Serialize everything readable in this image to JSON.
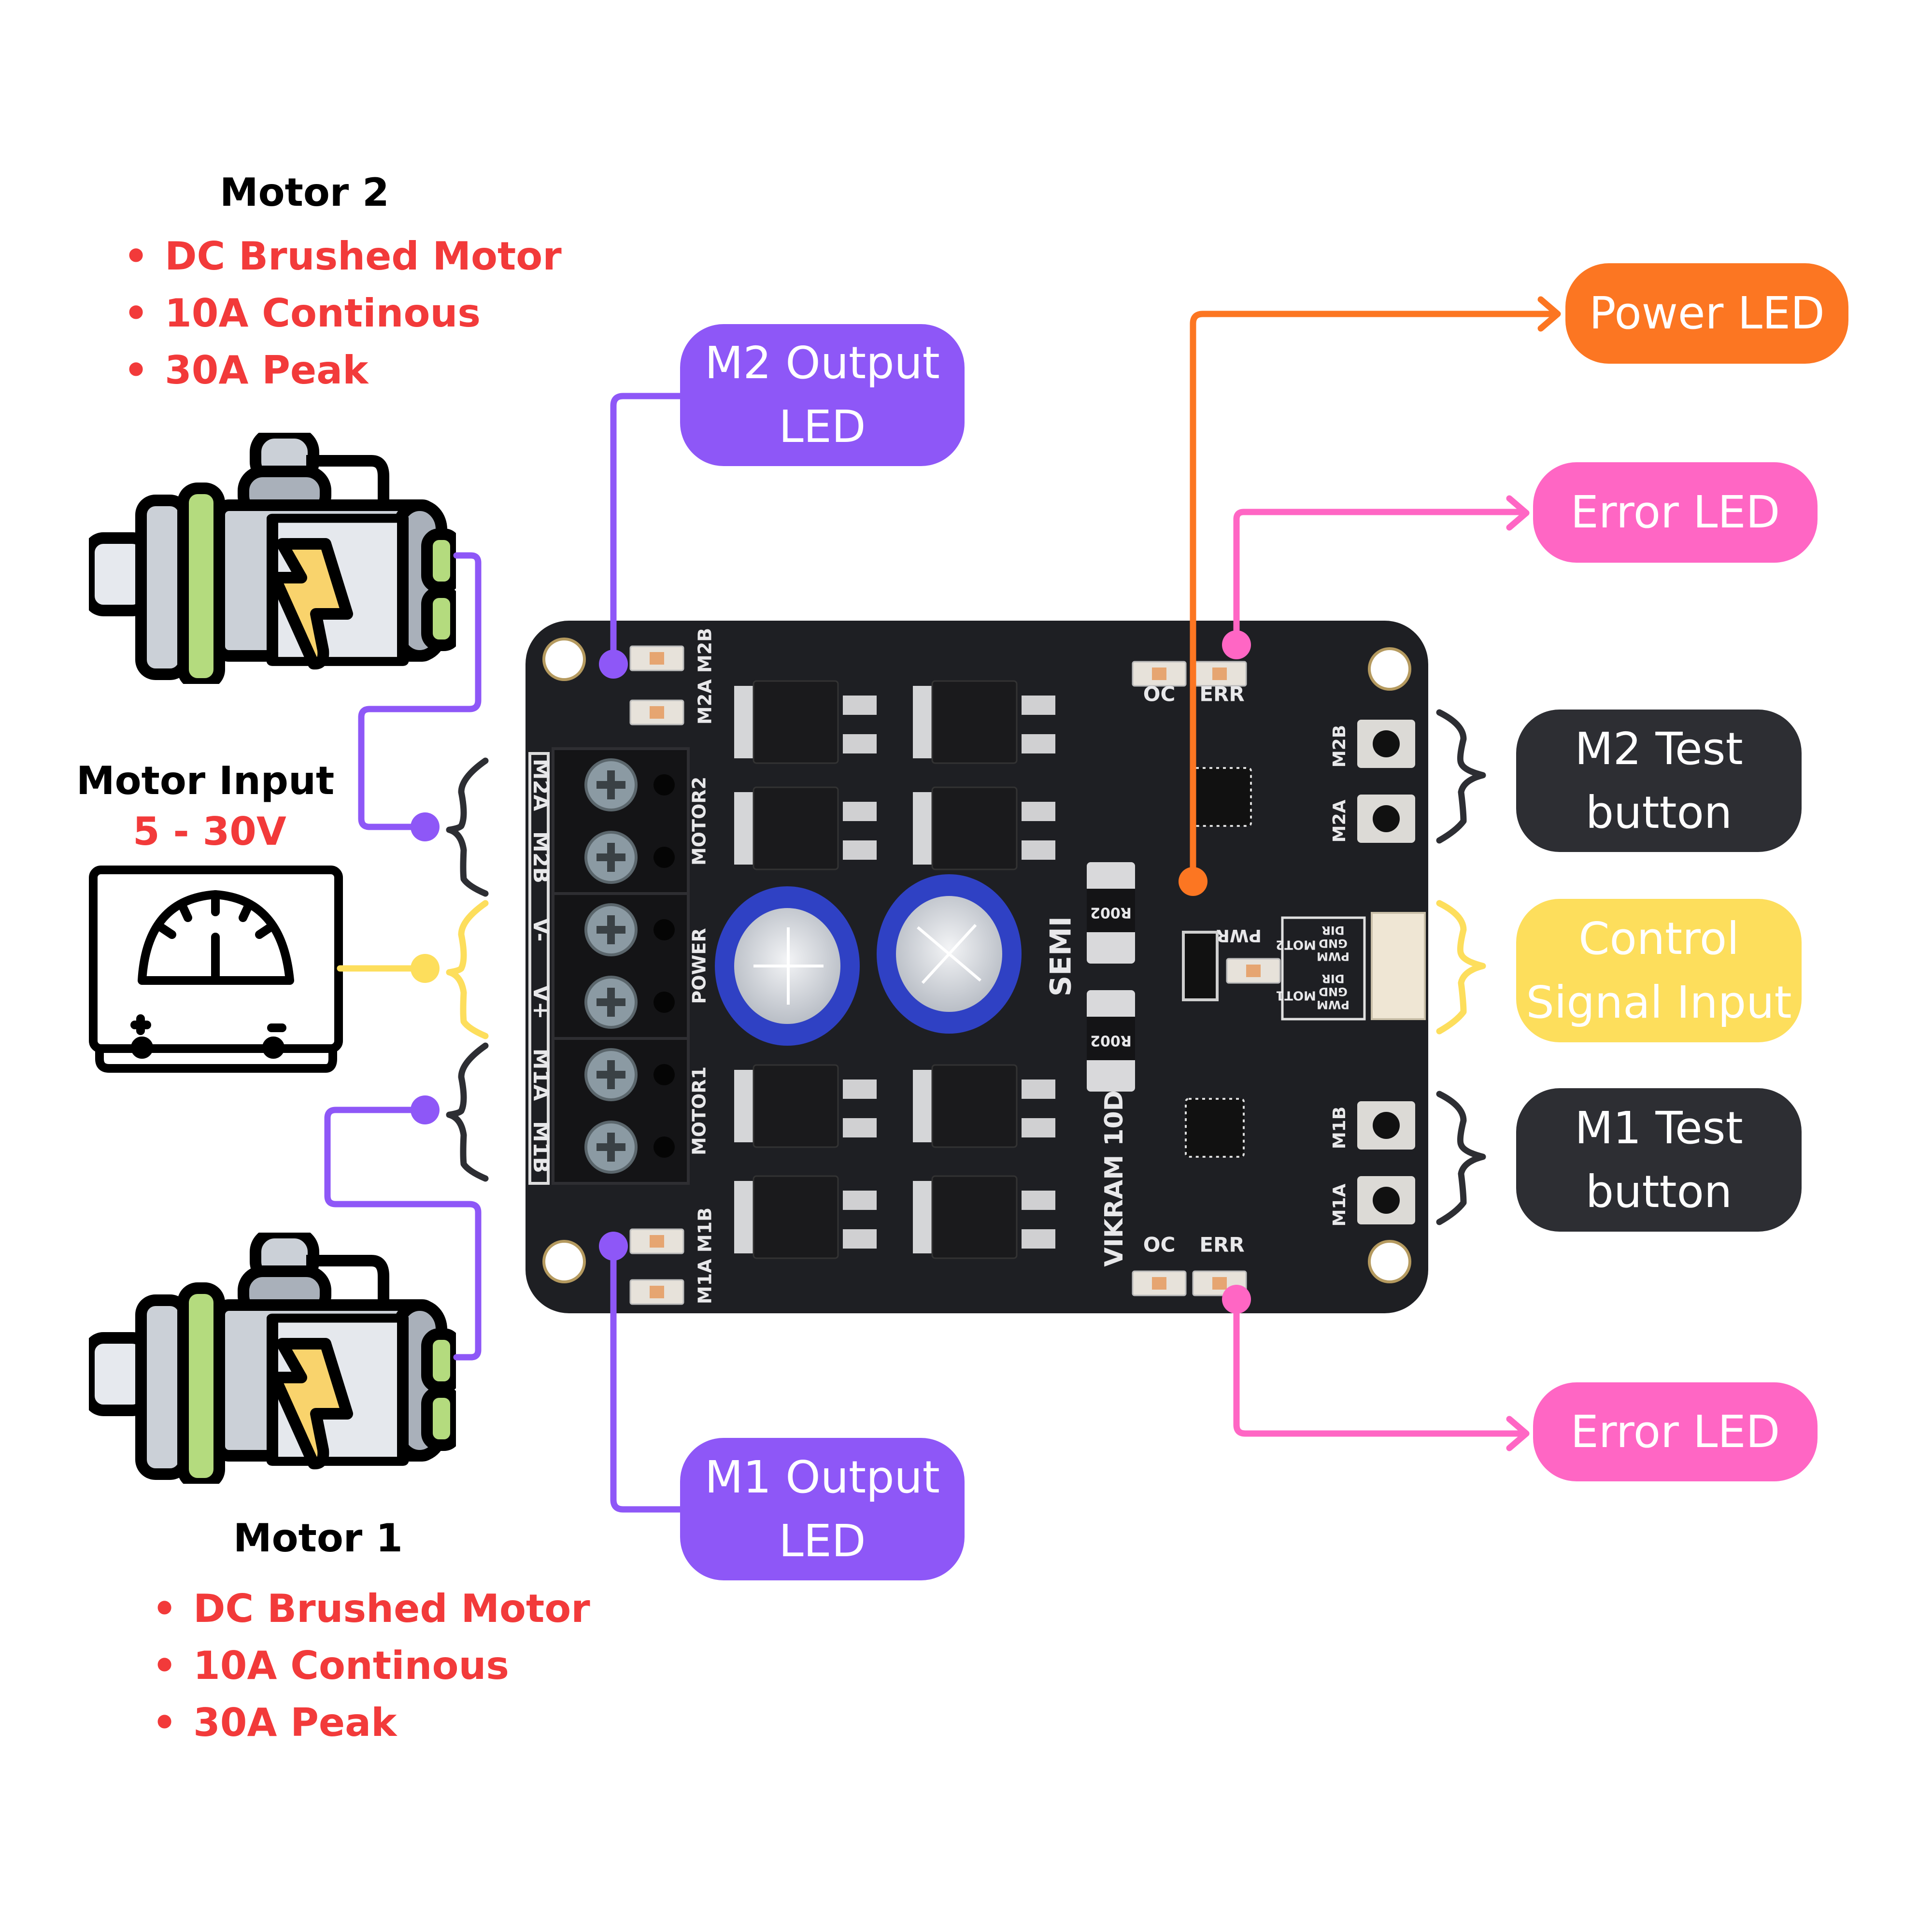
{
  "motor2": {
    "title": "Motor 2",
    "specs": [
      "DC Brushed Motor",
      "10A Continous",
      "30A Peak"
    ],
    "icon": "electric-motor-icon"
  },
  "motor_input": {
    "title": "Motor Input",
    "voltage": "5 - 30V",
    "icon": "voltmeter-icon"
  },
  "motor1": {
    "title": "Motor 1",
    "specs": [
      "DC Brushed Motor",
      "10A Continous",
      "30A Peak"
    ],
    "icon": "electric-motor-icon"
  },
  "callouts": {
    "m2_output_led": "M2 Output\nLED",
    "m1_output_led": "M1 Output\nLED",
    "power_led": "Power LED",
    "error_led_top": "Error LED",
    "m2_test_button": "M2 Test\nbutton",
    "control_signal_input": "Control\nSignal Input",
    "m1_test_button": "M1 Test\nbutton",
    "error_led_bottom": "Error LED"
  },
  "board": {
    "brand": "SEMI",
    "model": "VIKRAM 10D",
    "terminal_labels": [
      "M2A",
      "M2B",
      "V-",
      "V+",
      "M1A",
      "M1B"
    ],
    "terminal_groups": [
      "MOTOR2",
      "POWER",
      "MOTOR1"
    ],
    "led_labels_top": [
      "M2A",
      "M2B"
    ],
    "led_labels_bottom": [
      "M1A",
      "M1B"
    ],
    "status_labels": [
      "OC",
      "ERR"
    ],
    "power_label": "PWR",
    "button_labels_top": [
      "M2B",
      "M2A"
    ],
    "button_labels_bottom": [
      "M1B",
      "M1A"
    ],
    "connector_groups": [
      "MOT2",
      "MOT1"
    ],
    "connector_pins": [
      "DIR",
      "GND",
      "PWM"
    ],
    "shunt_marking": "R002"
  },
  "colors": {
    "motor_line": "#8e57f7",
    "power_line": "#fdde5c",
    "power_led": "#fc7622",
    "error_led": "#ff66c4",
    "test_button": "#2d2e33",
    "spec_text": "#f23a3a",
    "pcb": "#1e1f23"
  }
}
